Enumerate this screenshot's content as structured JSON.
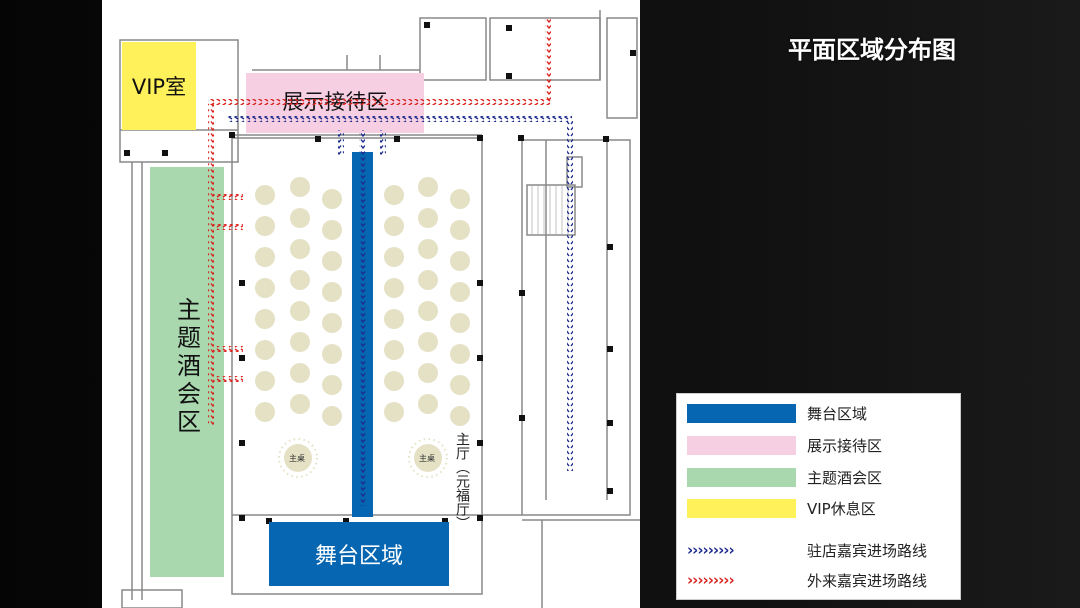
{
  "slide": {
    "title": "平面区域分布图"
  },
  "floorplan": {
    "zones": {
      "vip_room": {
        "label": "VIP室",
        "color": "#FFF15A"
      },
      "reception": {
        "label": "展示接待区",
        "color": "#F6CFE2"
      },
      "cocktail": {
        "label": "主题酒会区",
        "color": "#A9D7AE"
      },
      "stage": {
        "label": "舞台区域",
        "color": "#0766B2"
      },
      "runway": {
        "color": "#0766B2"
      }
    },
    "hall_label": "主厅（元福厅）",
    "head_tables": [
      {
        "label": "主桌"
      },
      {
        "label": "主桌"
      }
    ],
    "table_color": "#E4E1C4",
    "route_colors": {
      "hotel_guests": "#1C2A8C",
      "external_guests": "#D9221E"
    }
  },
  "legend": {
    "items": [
      {
        "label": "舞台区域",
        "color": "#0766B2"
      },
      {
        "label": "展示接待区",
        "color": "#F6CFE2"
      },
      {
        "label": "主题酒会区",
        "color": "#A9D7AE"
      },
      {
        "label": "VIP休息区",
        "color": "#FFF15A"
      }
    ],
    "routes": [
      {
        "label": "驻店嘉宾进场路线",
        "symbol": "›››››››››",
        "color": "#1C2A8C"
      },
      {
        "label": "外来嘉宾进场路线",
        "symbol": "›››››››››",
        "color": "#D9221E"
      }
    ]
  }
}
